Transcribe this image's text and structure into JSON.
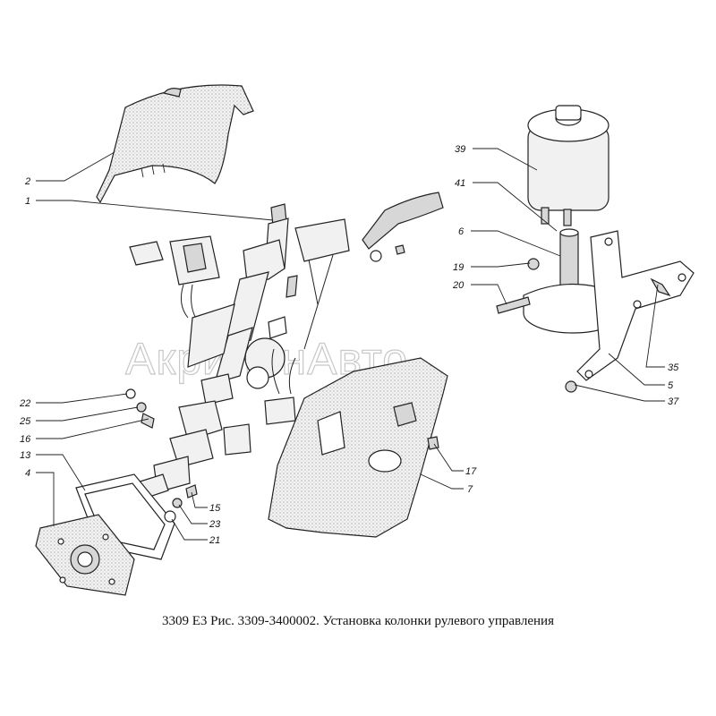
{
  "callouts": [
    {
      "num": "2"
    },
    {
      "num": "1"
    },
    {
      "num": "39"
    },
    {
      "num": "41"
    },
    {
      "num": "6"
    },
    {
      "num": "19"
    },
    {
      "num": "20"
    },
    {
      "num": "35"
    },
    {
      "num": "5"
    },
    {
      "num": "37"
    },
    {
      "num": "22"
    },
    {
      "num": "25"
    },
    {
      "num": "16"
    },
    {
      "num": "13"
    },
    {
      "num": "4"
    },
    {
      "num": "15"
    },
    {
      "num": "23"
    },
    {
      "num": "21"
    },
    {
      "num": "17"
    },
    {
      "num": "7"
    }
  ],
  "watermark": "АкрилонАвто",
  "caption": "3309 Е3 Рис. 3309-3400002. Установка колонки рулевого управления"
}
